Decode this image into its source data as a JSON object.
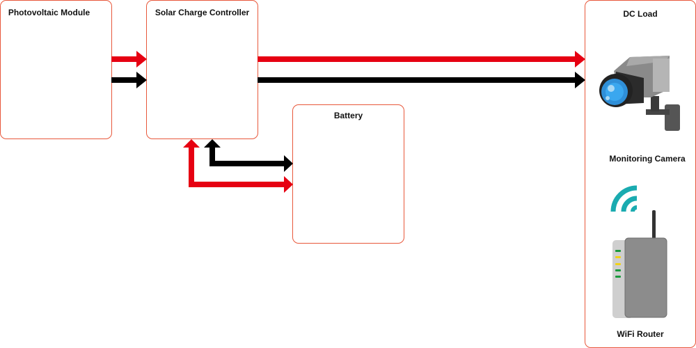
{
  "nodes": {
    "pv": {
      "label": "Photovoltaic Module"
    },
    "controller": {
      "label": "Solar Charge Controller"
    },
    "battery": {
      "label": "Battery"
    },
    "load": {
      "label": "DC Load",
      "devices": [
        {
          "label": "Monitoring Camera",
          "icon": "security-camera-icon"
        },
        {
          "label": "WiFi Router",
          "icon": "wifi-router-icon"
        }
      ]
    }
  },
  "colors": {
    "positive": "#e60012",
    "negative": "#000000",
    "border": "#e8573a",
    "wifi": "#1aabb0"
  }
}
